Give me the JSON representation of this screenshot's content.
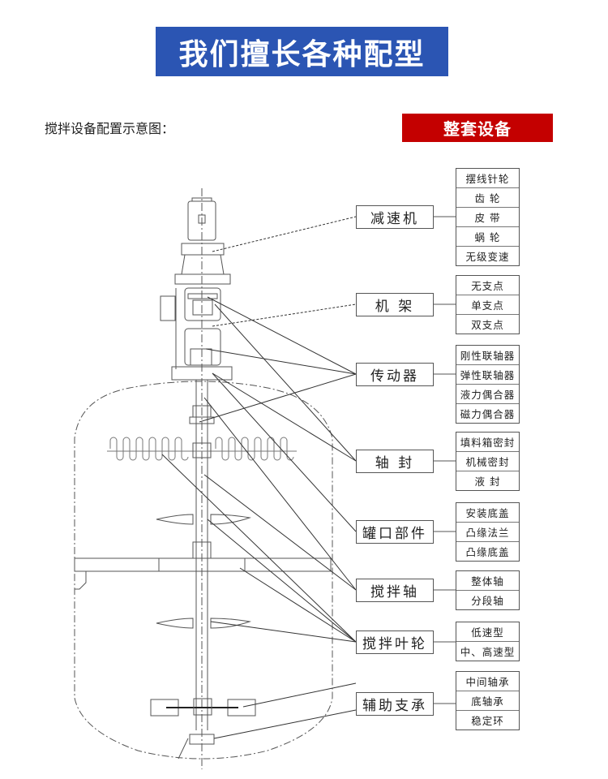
{
  "banner": {
    "title": "我们擅长各种配型",
    "color": "#2b55b3"
  },
  "subtitle": "搅拌设备配置示意图：",
  "badge": {
    "label": "整套设备",
    "color": "#c40000"
  },
  "categories": [
    {
      "label": "减速机",
      "options": [
        "摆线针轮",
        "齿 轮",
        "皮 带",
        "蜗 轮",
        "无级变速"
      ]
    },
    {
      "label": "机 架",
      "options": [
        "无支点",
        "单支点",
        "双支点"
      ]
    },
    {
      "label": "传动器",
      "options": [
        "刚性联轴器",
        "弹性联轴器",
        "液力偶合器",
        "磁力偶合器"
      ]
    },
    {
      "label": "轴 封",
      "options": [
        "填料箱密封",
        "机械密封",
        "液 封"
      ]
    },
    {
      "label": "罐口部件",
      "options": [
        "安装底盖",
        "凸缘法兰",
        "凸缘底盖"
      ]
    },
    {
      "label": "搅拌轴",
      "options": [
        "整体轴",
        "分段轴"
      ]
    },
    {
      "label": "搅拌叶轮",
      "options": [
        "低速型",
        "中、高速型"
      ]
    },
    {
      "label": "辅助支承",
      "options": [
        "中间轴承",
        "底轴承",
        "稳定环"
      ]
    }
  ]
}
